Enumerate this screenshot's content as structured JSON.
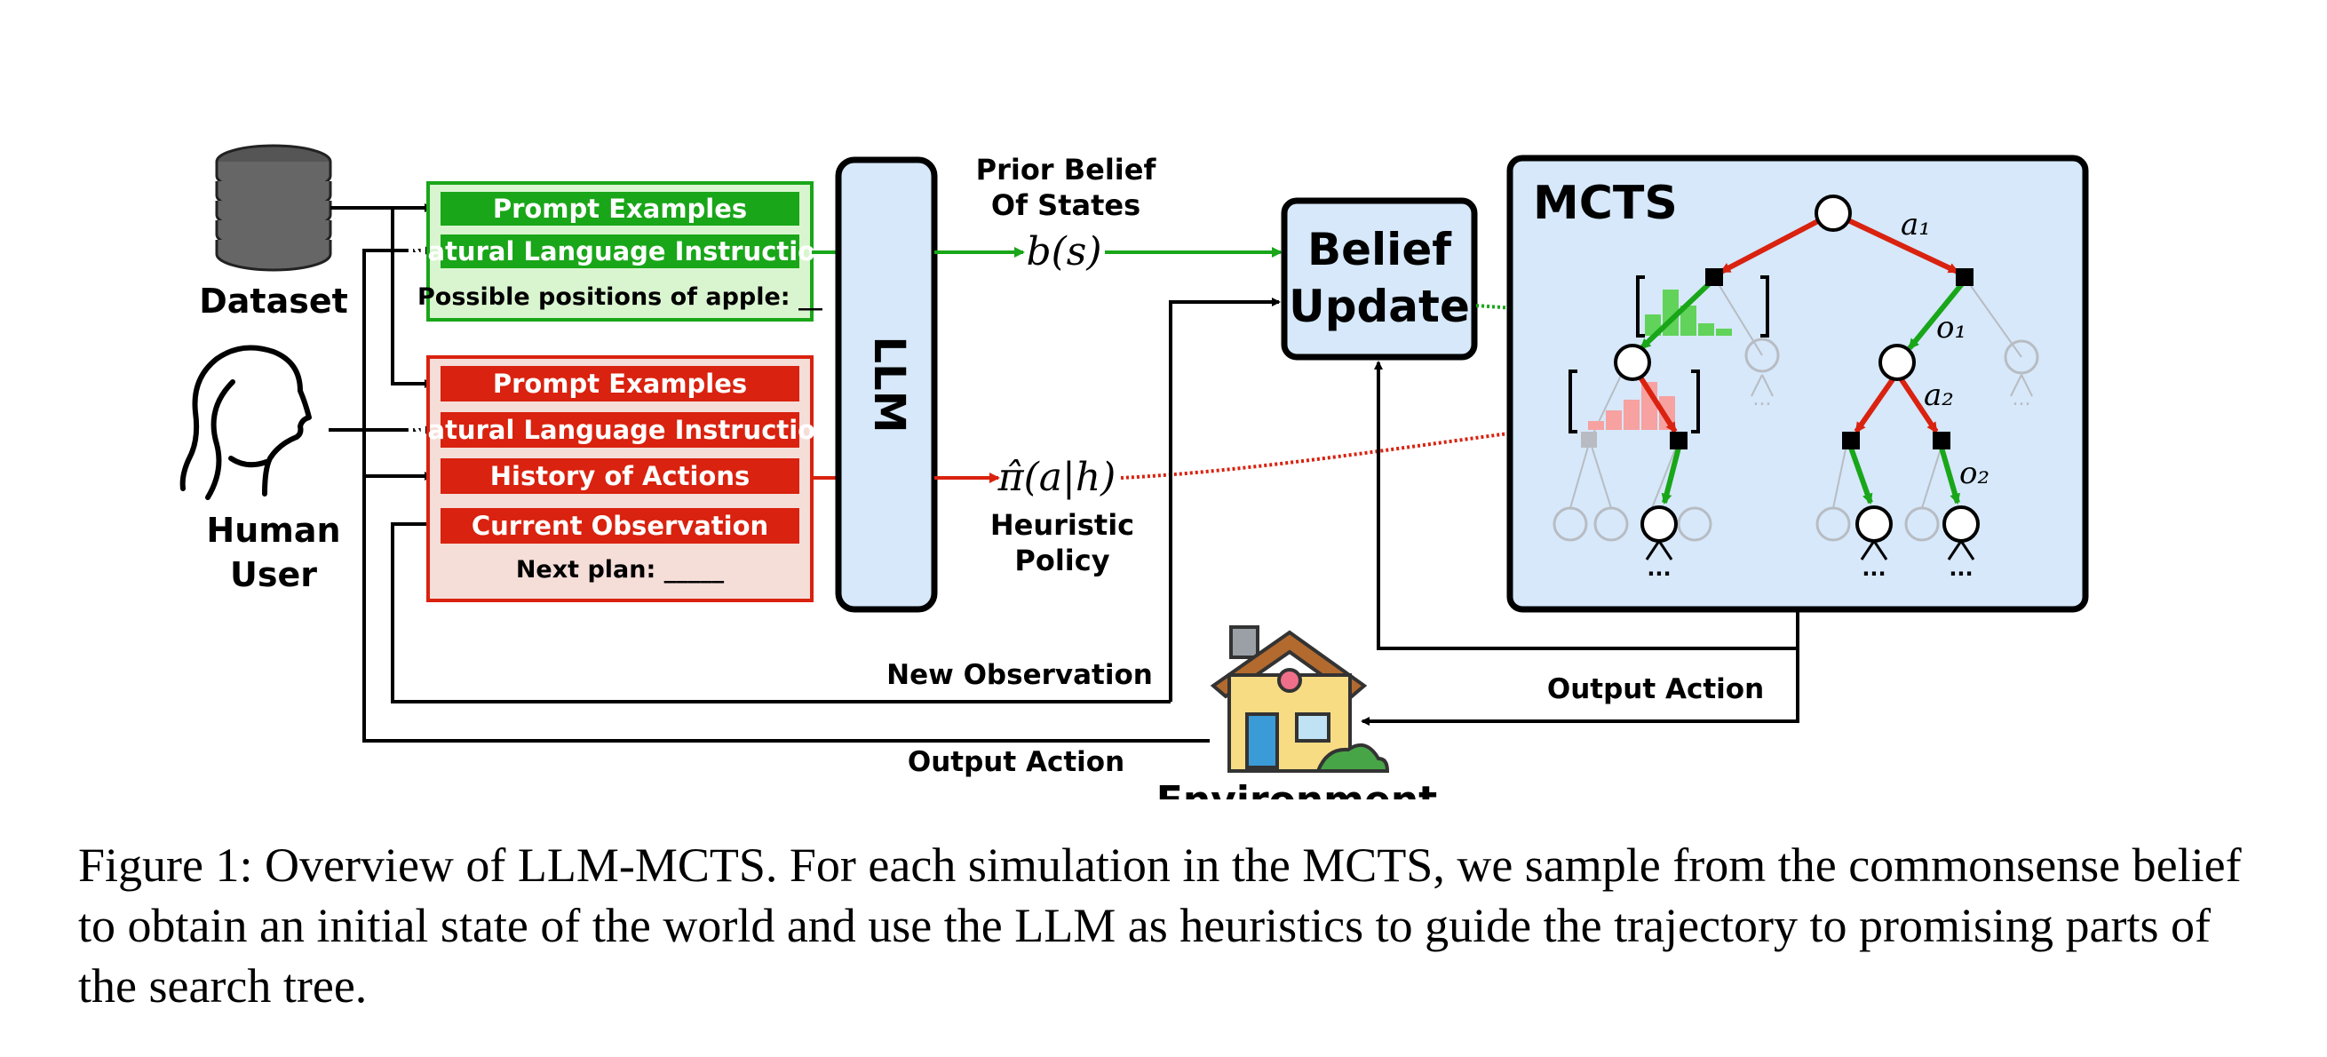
{
  "figure": {
    "dataset_label": "Dataset",
    "human_label_line1": "Human",
    "human_label_line2": "User",
    "green_prompt": {
      "item1": "Prompt Examples",
      "item2": "Natural Language Instruction",
      "footer": "Possible positions of apple: __"
    },
    "red_prompt": {
      "item1": "Prompt Examples",
      "item2": "Natural Language Instruction",
      "item3": "History of Actions",
      "item4": "Current Observation",
      "footer": "Next plan: _____"
    },
    "llm_label": "LLM",
    "prior_belief_line1": "Prior Belief",
    "prior_belief_line2": "Of States",
    "belief_math": "b(s)",
    "heuristic_math": "π̂(a|h)",
    "heuristic_line1": "Heuristic",
    "heuristic_line2": "Policy",
    "belief_update_line1": "Belief",
    "belief_update_line2": "Update",
    "mcts_label": "MCTS",
    "tree_labels": {
      "a1": "a₁",
      "o1": "o₁",
      "a2": "a₂",
      "o2": "o₂"
    },
    "ellipsis": "...",
    "new_observation": "New Observation",
    "output_action_right": "Output Action",
    "output_action_bottom": "Output Action",
    "environment_label": "Environment",
    "colors": {
      "green_dark": "#19a619",
      "green_light": "#d9f5cf",
      "red_dark": "#d9220f",
      "red_light": "#f5ddd8",
      "blue_light": "#d6e8fa",
      "hist_green": "#62d35a",
      "hist_red": "#f7a1a1"
    }
  },
  "caption": "Figure 1: Overview of LLM-MCTS. For each simulation in the MCTS, we sample from the commonsense belief to obtain an initial state of the world and use the LLM as heuristics to guide the trajectory to promising parts of the search tree."
}
